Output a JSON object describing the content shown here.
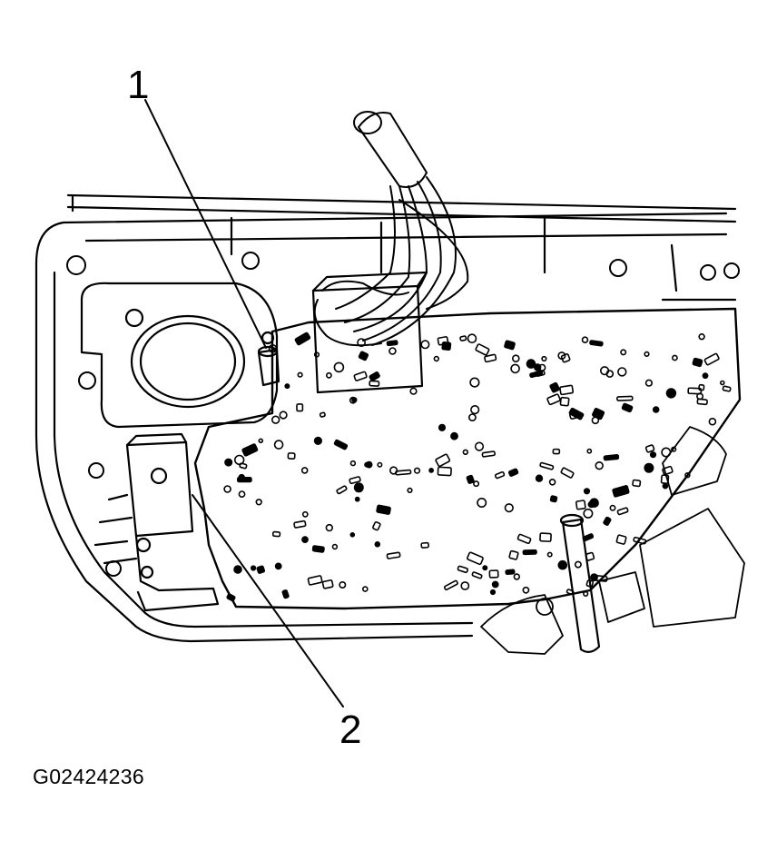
{
  "callouts": [
    {
      "id": "1",
      "label": "1"
    },
    {
      "id": "2",
      "label": "2"
    }
  ],
  "figure_id": "G02424236",
  "colors": {
    "ink": "#000000",
    "paper": "#ffffff"
  }
}
